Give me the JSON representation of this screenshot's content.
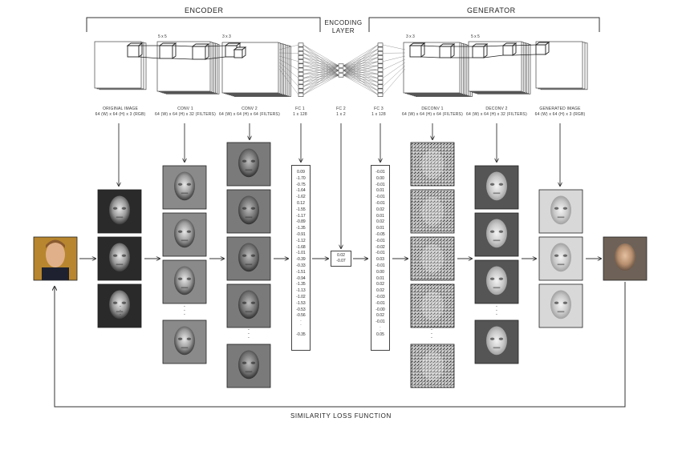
{
  "sections": {
    "encoder": "ENCODER",
    "generator": "GENERATOR",
    "encoding_layer": [
      "ENCODING",
      "LAYER"
    ]
  },
  "kernels": {
    "k1": "5 x 5",
    "k2": "3 x 3",
    "k3": "3 x 3",
    "k4": "5 x 5"
  },
  "layers": [
    {
      "name": "ORIGINAL IMAGE",
      "dims": "64 (W) x 64 (H) x 3 (RGB)"
    },
    {
      "name": "CONV 1",
      "dims": "64 (W) x 64 (H) x 32 (FILTERS)"
    },
    {
      "name": "CONV 2",
      "dims": "64 (W) x 64 (H) x 64 (FILTERS)"
    },
    {
      "name": "FC 1",
      "dims": "1 x 128"
    },
    {
      "name": "FC 2",
      "dims": "1 x 2"
    },
    {
      "name": "FC 3",
      "dims": "1 x 128"
    },
    {
      "name": "DECONV 1",
      "dims": "64 (W) x 64 (H) x 64 (FILTERS)"
    },
    {
      "name": "DECONV 2",
      "dims": "64 (W) x 64 (H) x 32 (FILTERS)"
    },
    {
      "name": "GENERATED IMAGE",
      "dims": "64 (W) x 64 (H) x 3 (RGB)"
    }
  ],
  "fc1_values": [
    "0.09",
    "-1.70",
    "-0.75",
    "-1.64",
    "-1.62",
    "0.12",
    "-1.55",
    "-1.17",
    "-0.89",
    "-1.35",
    "-0.91",
    "-1.12",
    "-1.68",
    "-1.01",
    "-0.39",
    "-0.33",
    "-1.51",
    "-0.94",
    "-1.35",
    "-1.13",
    "-1.02",
    "-1.53",
    "-0.53",
    "-0.56"
  ],
  "fc1_last": "-0.35",
  "fc2_values": [
    "0.02",
    "-0.07"
  ],
  "fc3_values": [
    "-0.01",
    "0.00",
    "-0.01",
    "0.01",
    "-0.01",
    "-0.01",
    "0.02",
    "0.01",
    "0.02",
    "0.01",
    "-0.05",
    "-0.01",
    "-0.02",
    "-0.01",
    "0.03",
    "-0.01",
    "0.00",
    "0.01",
    "0.02",
    "0.02",
    "-0.03",
    "-0.01",
    "-0.00",
    "0.02",
    "-0.01"
  ],
  "fc3_last": "0.05",
  "vertical_dots": "· · ·",
  "loss_label": "SIMILARITY LOSS FUNCTION",
  "colors": {
    "line": "#333333",
    "photo_bg": "#b8862e",
    "skin": "#e0b08a"
  }
}
